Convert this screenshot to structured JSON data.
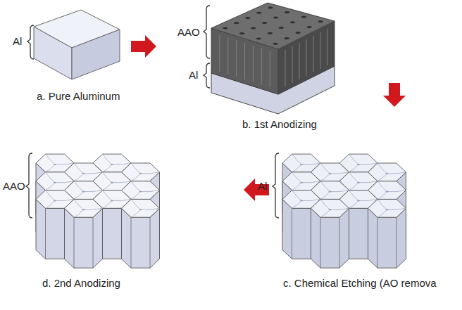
{
  "diagram": {
    "labels": [
      "Al",
      "a. Pure Aluminum",
      "AAO",
      "Al",
      "b. 1st Anodizing",
      "AAO",
      "d. 2nd Anodizing",
      "Al",
      "c. Chemical Etching (AO remova"
    ]
  }
}
